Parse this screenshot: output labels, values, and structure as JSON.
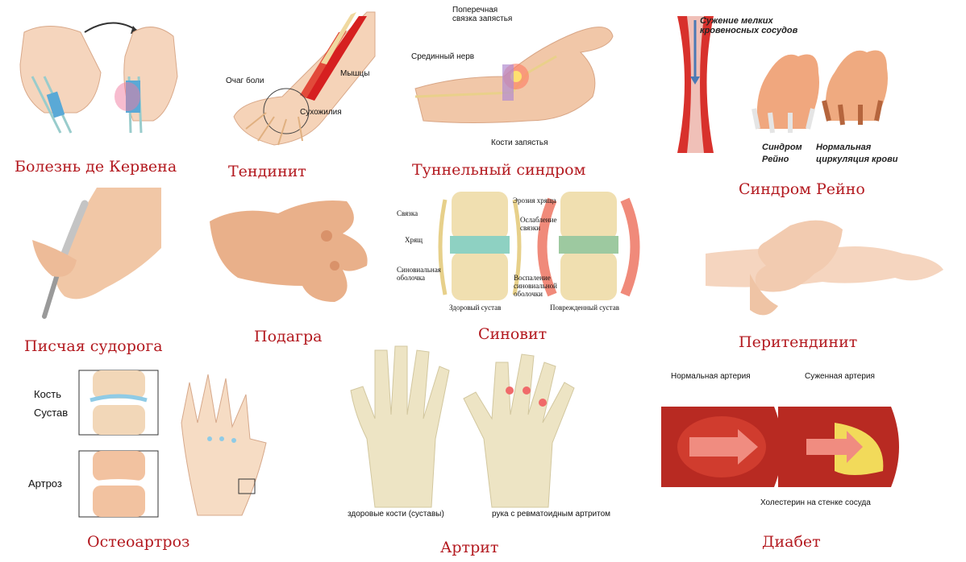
{
  "captions": {
    "de_quervain": "Болезнь де Кервена",
    "tendinitis": "Тендинит",
    "tunnel": "Туннельный синдром",
    "raynaud": "Синдром Рейно",
    "writers_cramp": "Писчая судорога",
    "gout": "Подагра",
    "synovitis": "Синовит",
    "peritendinitis": "Перитендинит",
    "osteoarthrosis": "Остеоартроз",
    "arthritis": "Артрит",
    "diabetes": "Диабет"
  },
  "tendinitis_labels": {
    "pain": "Очаг боли",
    "muscles": "Мышцы",
    "tendons": "Сухожилия"
  },
  "tunnel_labels": {
    "ligament_line1": "Поперечная",
    "ligament_line2": "связка запястья",
    "nerve": "Срединный нерв",
    "bones": "Кости запястья"
  },
  "raynaud_labels": {
    "narrowing_line1": "Сужение мелких",
    "narrowing_line2": "кровеносных сосудов",
    "syndrome_line1": "Синдром",
    "syndrome_line2": "Рейно",
    "normal_line1": "Нормальная",
    "normal_line2": "циркуляция крови"
  },
  "synovitis_labels": {
    "ligament": "Связка",
    "cartilage": "Хрящ",
    "membrane_line1": "Синовиальная",
    "membrane_line2": "оболочка",
    "erosion": "Эрозия хряща",
    "weakening_line1": "Ослабление",
    "weakening_line2": "связки",
    "inflammation_line1": "Воспаление",
    "inflammation_line2": "синовиальной",
    "inflammation_line3": "оболочки",
    "healthy": "Здоровый сустав",
    "damaged": "Поврежденный сустав"
  },
  "osteo_labels": {
    "bone": "Кость",
    "joint": "Сустав",
    "arthrosis": "Артроз"
  },
  "arthritis_labels": {
    "healthy": "здоровые кости (суставы)",
    "ra": "рука с ревматоидным артритом"
  },
  "diabetes_labels": {
    "normal": "Нормальная артерия",
    "narrowed": "Суженная артерия",
    "cholesterol": "Холестерин на стенке сосуда"
  },
  "colors": {
    "caption": "#b3191f",
    "skin": "#f2c9a8",
    "bone": "#efe0b0",
    "blood": "#c8231e"
  }
}
